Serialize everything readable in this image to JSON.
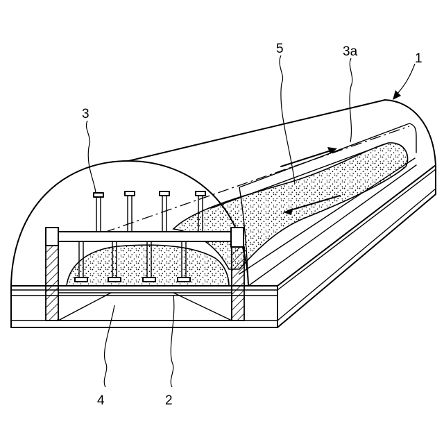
{
  "labels": {
    "l1": "1",
    "l2": "2",
    "l3": "3",
    "l3a": "3a",
    "l4": "4",
    "l5": "5"
  },
  "colors": {
    "ink": "#000000",
    "paper": "#ffffff"
  }
}
